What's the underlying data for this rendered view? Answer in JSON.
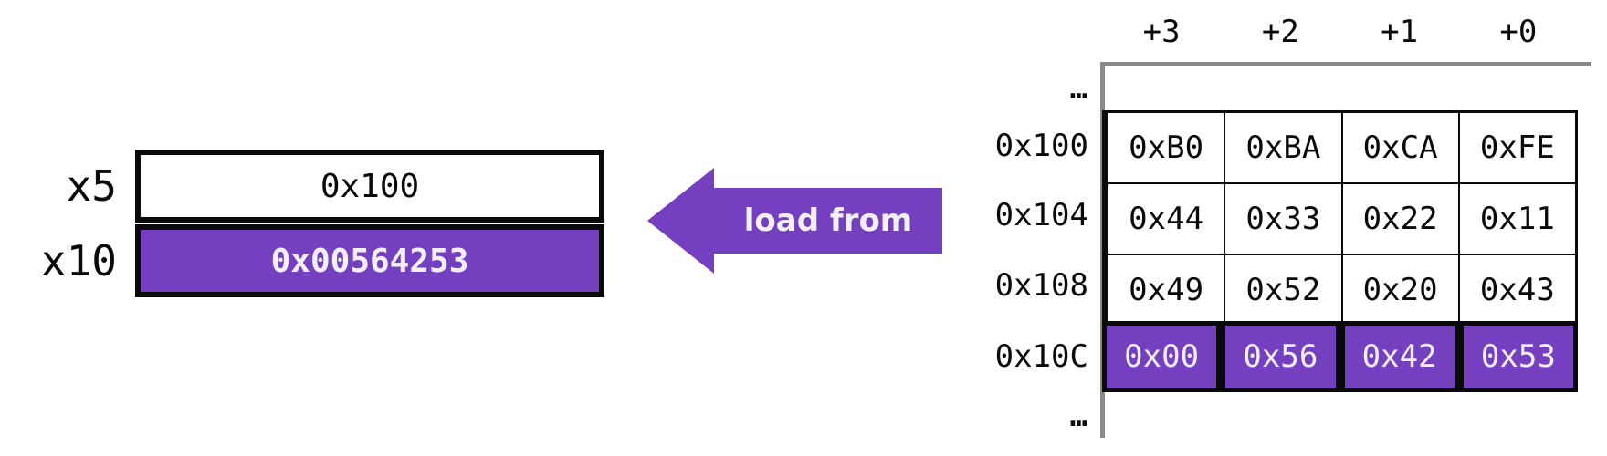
{
  "registers": {
    "rows": [
      {
        "name": "x5",
        "value": "0x100",
        "highlight": false
      },
      {
        "name": "x10",
        "value": "0x00564253",
        "highlight": true
      }
    ]
  },
  "arrow": {
    "label": "load from",
    "direction": "left"
  },
  "memory": {
    "byte_offset_headers": [
      "+3",
      "+2",
      "+1",
      "+0"
    ],
    "ellipsis_top": "…",
    "ellipsis_bottom": "…",
    "rows": [
      {
        "address": "0x100",
        "bytes": [
          "0xB0",
          "0xBA",
          "0xCA",
          "0xFE"
        ],
        "highlight": false
      },
      {
        "address": "0x104",
        "bytes": [
          "0x44",
          "0x33",
          "0x22",
          "0x11"
        ],
        "highlight": false
      },
      {
        "address": "0x108",
        "bytes": [
          "0x49",
          "0x52",
          "0x20",
          "0x43"
        ],
        "highlight": false
      },
      {
        "address": "0x10C",
        "bytes": [
          "0x00",
          "0x56",
          "0x42",
          "0x53"
        ],
        "highlight": true
      }
    ]
  },
  "colors": {
    "accent_purple": "#7540BF",
    "highlight_text": "#F2EFF6",
    "grid_black": "#0A0A0A",
    "axis_gray": "#8A8A8A"
  }
}
